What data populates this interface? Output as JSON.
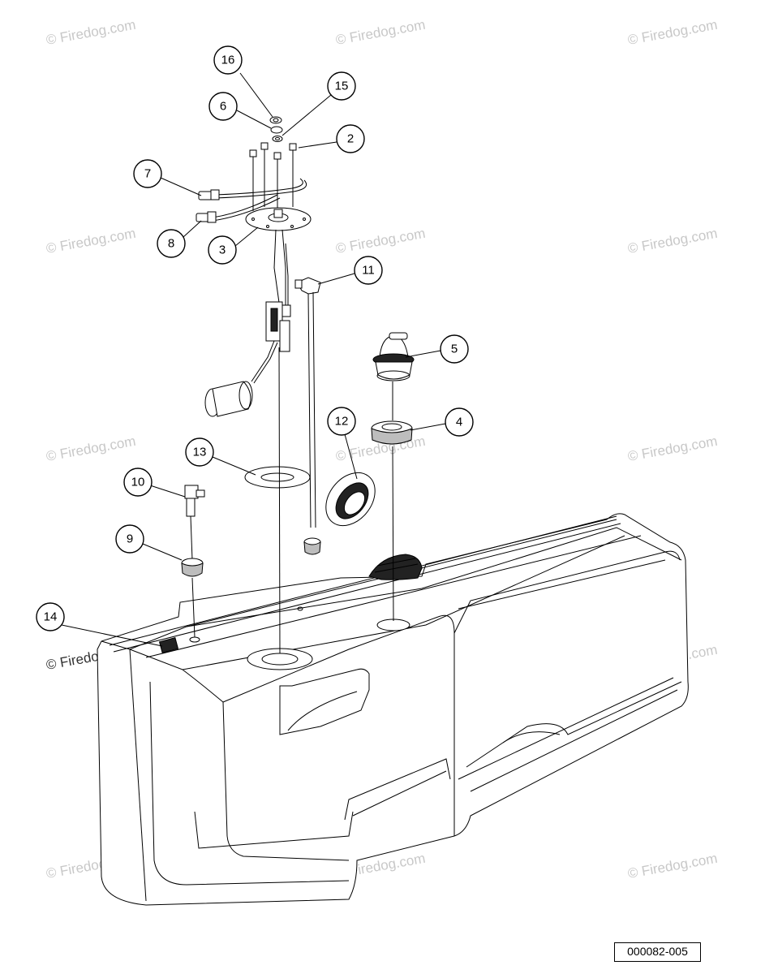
{
  "callouts": {
    "c1": "16",
    "c2": "6",
    "c3": "15",
    "c4": "2",
    "c5": "7",
    "c6": "8",
    "c7": "3",
    "c8": "11",
    "c9": "5",
    "c10": "12",
    "c11": "4",
    "c12": "13",
    "c13": "10",
    "c14": "9",
    "c15": "14"
  },
  "watermark": "© Firedog.com",
  "reference_code": "000082-005"
}
